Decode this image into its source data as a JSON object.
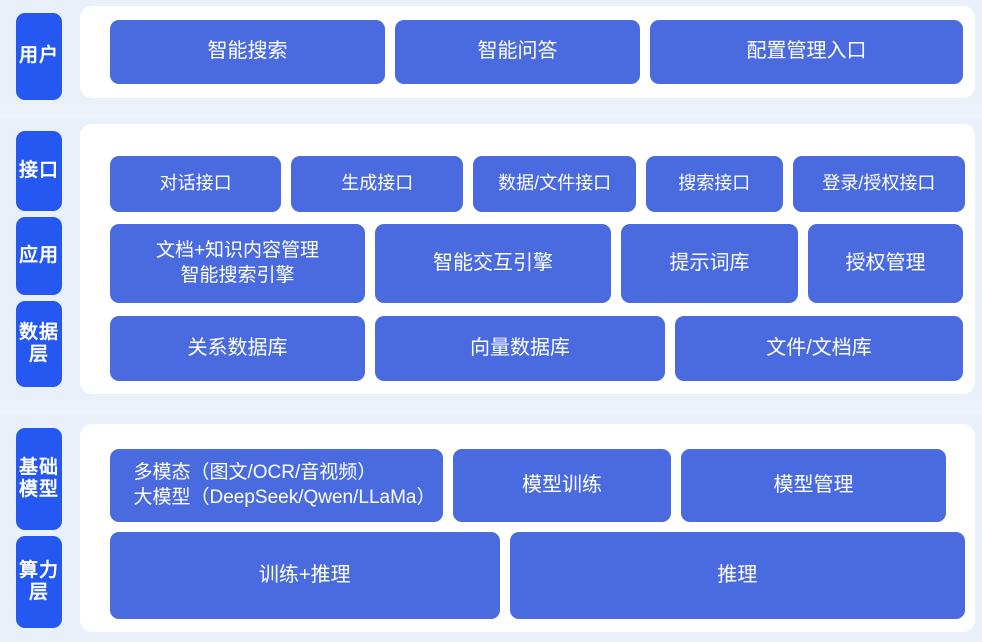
{
  "theme": {
    "page_background": "#eef2fa",
    "band_background": "#eaf0fa",
    "panel_background": "#ffffff",
    "tab_color": "#2458f0",
    "box_color": "#4a6be0",
    "text_color": "#ffffff"
  },
  "sections": [
    {
      "id": "user",
      "tabs": [
        "用户"
      ],
      "rows": [
        {
          "id": "user",
          "boxes": [
            "智能搜索",
            "智能问答",
            "配置管理入口"
          ]
        }
      ]
    },
    {
      "id": "middle",
      "tabs": [
        "接口",
        "应用",
        "数据层"
      ],
      "rows": [
        {
          "id": "interface",
          "boxes": [
            "对话接口",
            "生成接口",
            "数据/文件接口",
            "搜索接口",
            "登录/授权接口"
          ]
        },
        {
          "id": "application",
          "boxes": [
            "文档+知识内容管理\n智能搜索引擎",
            "智能交互引擎",
            "提示词库",
            "授权管理"
          ]
        },
        {
          "id": "data",
          "boxes": [
            "关系数据库",
            "向量数据库",
            "文件/文档库"
          ]
        }
      ]
    },
    {
      "id": "bottom",
      "tabs": [
        "基础模型",
        "算力层"
      ],
      "rows": [
        {
          "id": "foundation",
          "boxes": [
            "多模态（图文/OCR/音视频）\n大模型（DeepSeek/Qwen/LLaMa）",
            "模型训练",
            "模型管理"
          ]
        },
        {
          "id": "compute",
          "boxes": [
            "训练+推理",
            "推理"
          ]
        }
      ]
    }
  ]
}
